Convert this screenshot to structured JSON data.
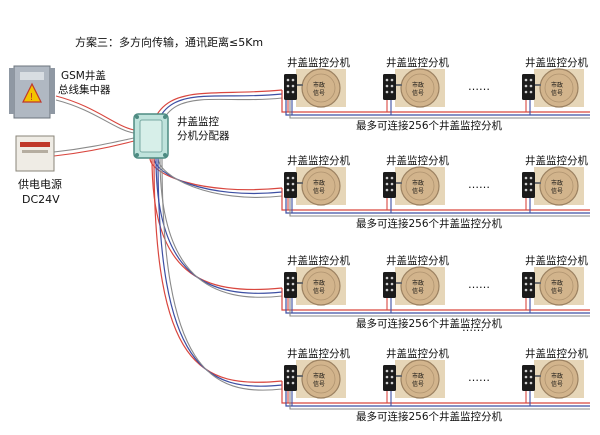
{
  "title": "方案三：多方向传输，通讯距离≤5Km",
  "gsm_label_line1": "GSM井盖",
  "gsm_label_line2": "总线集中器",
  "power_label_line1": "供电电源",
  "power_label_line2": "DC24V",
  "distributor_label_line1": "井盖监控",
  "distributor_label_line2": "分机分配器",
  "unit_label": "井盖监控分机",
  "max_label": "最多可连接256个井盖监控分机",
  "ellipsis": "……",
  "cover_text_line1": "市政",
  "cover_text_line2": "信号",
  "colors": {
    "wire_red": "#d9473f",
    "wire_blue": "#3d4fa3",
    "wire_gray": "#8a8a8a",
    "box_green": "#bfe3dc",
    "cover_tan": "#d2b48c"
  }
}
